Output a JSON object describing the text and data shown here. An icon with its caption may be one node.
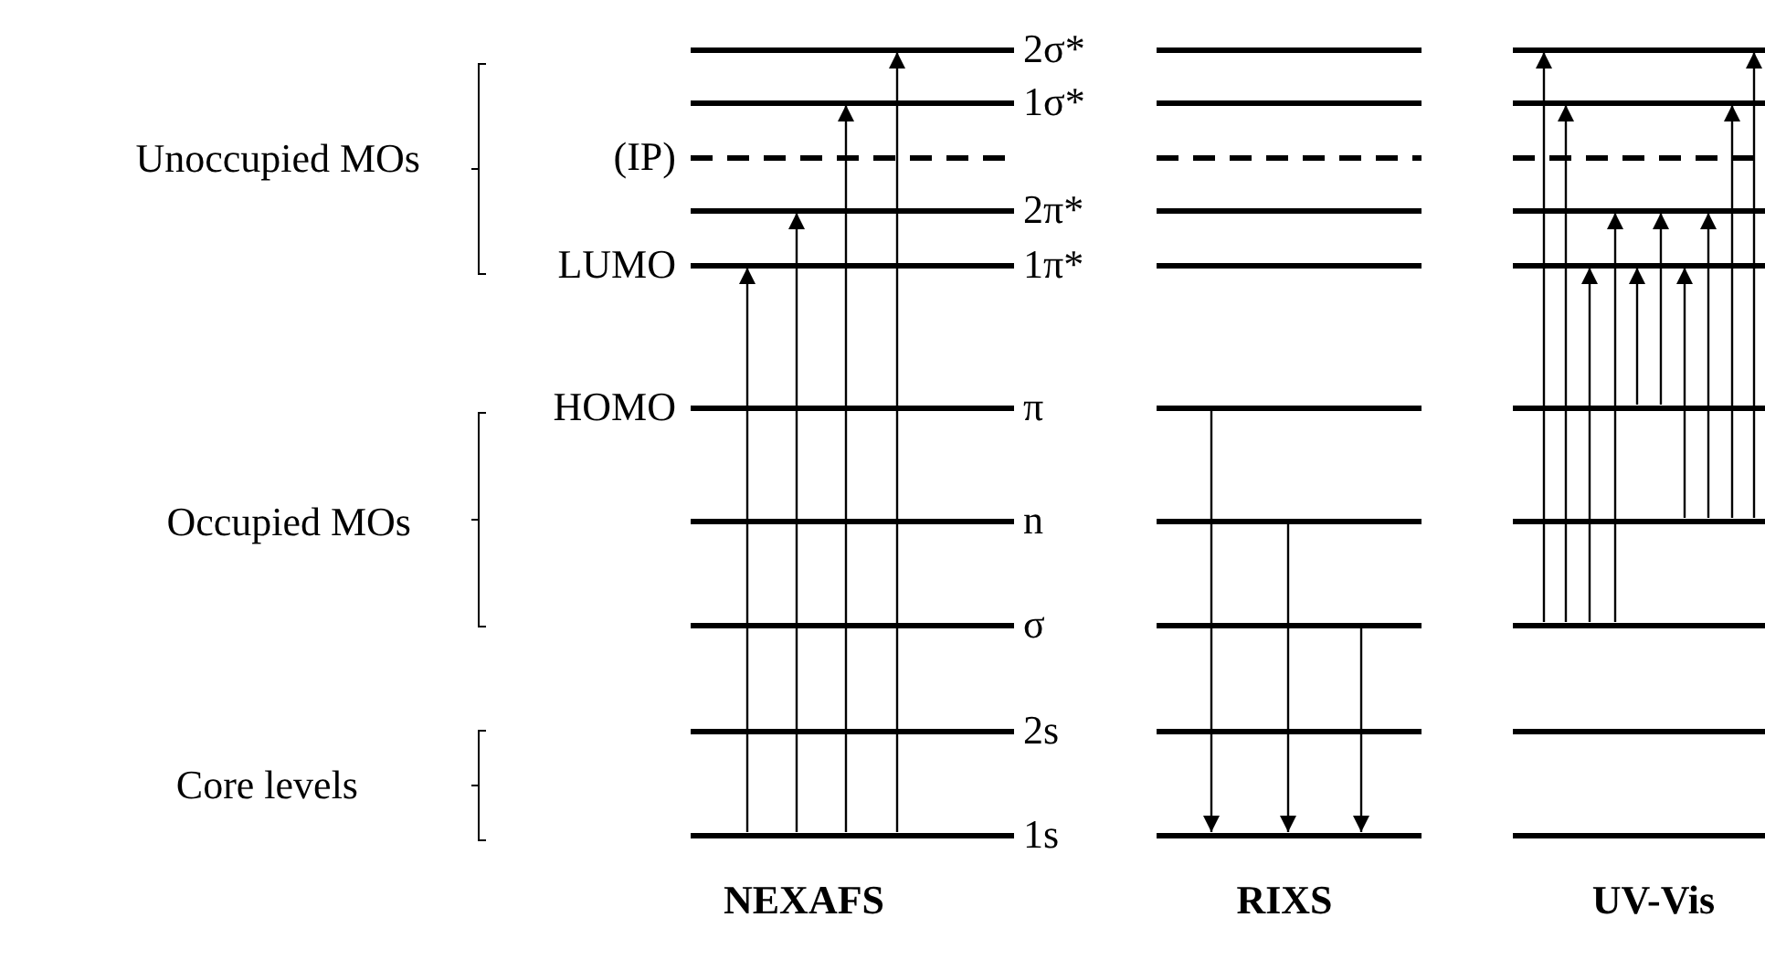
{
  "diagram": {
    "nodes": [
      {
        "text": [],
        "shape": "bar",
        "beside": [
          "2σ*"
        ]
      },
      {
        "text": [],
        "shape": "bar",
        "beside": [
          "1σ*"
        ]
      },
      {
        "text": [],
        "shape": "bar",
        "beside": [
          "(IP)"
        ]
      },
      {
        "text": [],
        "shape": "bar",
        "beside": [
          "2π*"
        ]
      },
      {
        "text": [],
        "shape": "bar",
        "beside": [
          "LUMO",
          "1π*"
        ]
      },
      {
        "text": [],
        "shape": "bar",
        "beside": [
          "HOMO",
          "π"
        ]
      },
      {
        "text": [],
        "shape": "bar",
        "beside": [
          "n"
        ]
      },
      {
        "text": [],
        "shape": "bar",
        "beside": [
          "σ"
        ]
      },
      {
        "text": [],
        "shape": "bar",
        "beside": [
          "2s"
        ]
      },
      {
        "text": [],
        "shape": "bar",
        "beside": [
          "1s"
        ]
      },
      {
        "text": [],
        "shape": "bar"
      },
      {
        "text": [],
        "shape": "bar"
      },
      {
        "text": [],
        "shape": "bar"
      },
      {
        "text": [],
        "shape": "bar"
      },
      {
        "text": [],
        "shape": "bar"
      },
      {
        "text": [],
        "shape": "bar"
      },
      {
        "text": [],
        "shape": "bar"
      },
      {
        "text": [],
        "shape": "bar"
      },
      {
        "text": [],
        "shape": "bar"
      },
      {
        "text": [],
        "shape": "bar"
      },
      {
        "text": [],
        "shape": "bar"
      },
      {
        "text": [],
        "shape": "bar"
      },
      {
        "text": [],
        "shape": "bar"
      },
      {
        "text": [],
        "shape": "bar"
      },
      {
        "text": [],
        "shape": "bar"
      },
      {
        "text": [],
        "shape": "bar"
      },
      {
        "text": [],
        "shape": "bar"
      },
      {
        "text": [],
        "shape": "bar"
      },
      {
        "text": [],
        "shape": "bar"
      },
      {
        "text": [],
        "shape": "bar"
      }
    ],
    "edges": [
      {
        "from": 9,
        "to": 4,
        "arrow": "to"
      },
      {
        "from": 9,
        "to": 3,
        "arrow": "to"
      },
      {
        "from": 9,
        "to": 1,
        "arrow": "to"
      },
      {
        "from": 9,
        "to": 0,
        "arrow": "to"
      },
      {
        "from": 15,
        "to": 19,
        "arrow": "to"
      },
      {
        "from": 16,
        "to": 19,
        "arrow": "to"
      },
      {
        "from": 17,
        "to": 19,
        "arrow": "to"
      },
      {
        "from": 27,
        "to": 20,
        "arrow": "to"
      },
      {
        "from": 27,
        "to": 21,
        "arrow": "to"
      },
      {
        "from": 27,
        "to": 24,
        "arrow": "to"
      },
      {
        "from": 27,
        "to": 23,
        "arrow": "to"
      },
      {
        "from": 25,
        "to": 24,
        "arrow": "to"
      },
      {
        "from": 25,
        "to": 23,
        "arrow": "to"
      },
      {
        "from": 26,
        "to": 24,
        "arrow": "to"
      },
      {
        "from": 26,
        "to": 23,
        "arrow": "to"
      },
      {
        "from": 26,
        "to": 21,
        "arrow": "to"
      },
      {
        "from": 26,
        "to": 20,
        "arrow": "to"
      }
    ],
    "labels": [
      "Unoccupied MOs",
      "Occupied MOs",
      "Core levels",
      "NEXAFS",
      "RIXS",
      "UV-Vis"
    ]
  }
}
